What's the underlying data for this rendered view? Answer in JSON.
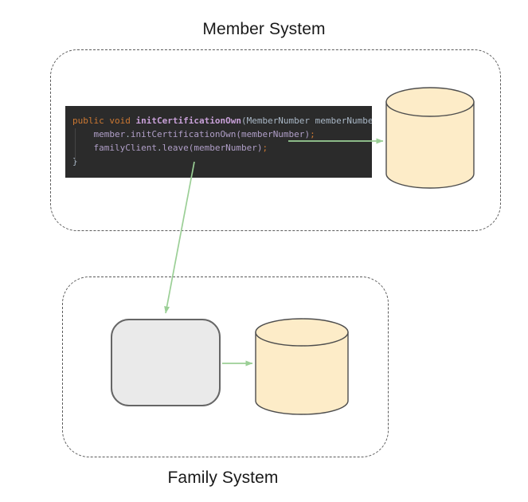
{
  "diagram": {
    "title_top": "Member System",
    "title_bottom": "Family System",
    "colors": {
      "arrow": "#9bcf96",
      "database_fill": "#fdecc8",
      "database_stroke": "#4d4d4d",
      "service_fill": "#eaeaea",
      "service_stroke": "#666666",
      "boundary_stroke": "#5c5c5c",
      "code_background": "#2b2b2b",
      "keyword": "#cc7832",
      "method_name": "#c8a0d8",
      "identifier": "#b09fc8",
      "plain_text": "#a9b7c6"
    }
  },
  "member_system": {
    "label": "Member System",
    "code": {
      "lines": [
        {
          "id": "line-1",
          "tokens": [
            {
              "text": "public",
              "kind": "keyword"
            },
            {
              "text": " ",
              "kind": "plain"
            },
            {
              "text": "void",
              "kind": "keyword"
            },
            {
              "text": " ",
              "kind": "plain"
            },
            {
              "text": "initCertificationOwn",
              "kind": "method"
            },
            {
              "text": "(MemberNumber memberNumber) {",
              "kind": "plain"
            }
          ]
        },
        {
          "id": "line-2",
          "tokens": [
            {
              "text": "    ",
              "kind": "plain"
            },
            {
              "text": "member",
              "kind": "identifier"
            },
            {
              "text": ".",
              "kind": "plain"
            },
            {
              "text": "initCertificationOwn",
              "kind": "identifier"
            },
            {
              "text": "(",
              "kind": "identifier"
            },
            {
              "text": "memberNumber",
              "kind": "identifier"
            },
            {
              "text": ")",
              "kind": "identifier"
            },
            {
              "text": ";",
              "kind": "semicolon"
            }
          ]
        },
        {
          "id": "line-3",
          "tokens": [
            {
              "text": "    ",
              "kind": "plain"
            },
            {
              "text": "familyClient",
              "kind": "identifier"
            },
            {
              "text": ".",
              "kind": "plain"
            },
            {
              "text": "leave",
              "kind": "identifier"
            },
            {
              "text": "(",
              "kind": "identifier"
            },
            {
              "text": "memberNumber",
              "kind": "identifier"
            },
            {
              "text": ")",
              "kind": "identifier"
            },
            {
              "text": ";",
              "kind": "semicolon"
            }
          ]
        },
        {
          "id": "line-4",
          "tokens": [
            {
              "text": "}",
              "kind": "brace"
            }
          ]
        }
      ],
      "plain_text": "public void initCertificationOwn(MemberNumber memberNumber) {\n    member.initCertificationOwn(memberNumber);\n    familyClient.leave(memberNumber);\n}"
    },
    "database": {
      "name": "member-database-cylinder",
      "label": ""
    }
  },
  "family_system": {
    "label": "Family System",
    "service": {
      "name": "family-service-box",
      "label": ""
    },
    "database": {
      "name": "family-database-cylinder",
      "label": ""
    }
  },
  "connections": [
    {
      "id": "member-code-to-member-db",
      "from": "member-code-line-2",
      "to": "member-database",
      "style": "straight-arrow"
    },
    {
      "id": "member-code-to-family-service",
      "from": "member-code-line-3",
      "to": "family-service",
      "style": "diagonal-arrow"
    },
    {
      "id": "family-service-to-family-db",
      "from": "family-service",
      "to": "family-database",
      "style": "straight-arrow"
    }
  ]
}
